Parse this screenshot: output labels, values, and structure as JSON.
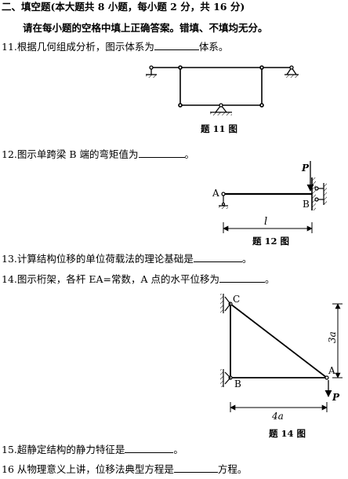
{
  "section": {
    "title": "二、填空题(本大题共 8 小题，每小题 2 分，共 16 分)",
    "instruction": "请在每小题的空格中填上正确答案。错填、不填均无分。"
  },
  "questions": [
    {
      "number": "11.",
      "before": "根据几何组成分析，图示体系为",
      "after": "体系。"
    },
    {
      "number": "12.",
      "before": "图示单跨梁 B 端的弯矩值为",
      "after": "。"
    },
    {
      "number": "13.",
      "before": "计算结构位移的单位荷载法的理论基础是",
      "after": "。"
    },
    {
      "number": "14.",
      "before": "图示桁架，各杆 EA=常数，A 点的水平位移为",
      "after": "。"
    },
    {
      "number": "15.",
      "before": "超静定结构的静力特征是",
      "after": "。"
    },
    {
      "number": "16",
      "before": " 从物理意义上讲，位移法典型方程是",
      "after": "方程。"
    }
  ],
  "figures": {
    "fig11": {
      "caption": "题 11 图"
    },
    "fig12": {
      "caption": "题 12 图",
      "load_label": "P",
      "point_a": "A",
      "point_b": "B",
      "span_label": "l"
    },
    "fig14": {
      "caption": "题 14 图",
      "point_c": "C",
      "point_a": "A",
      "point_b": "B",
      "load_label": "P",
      "height_label": "3a",
      "width_label": "4a"
    }
  }
}
